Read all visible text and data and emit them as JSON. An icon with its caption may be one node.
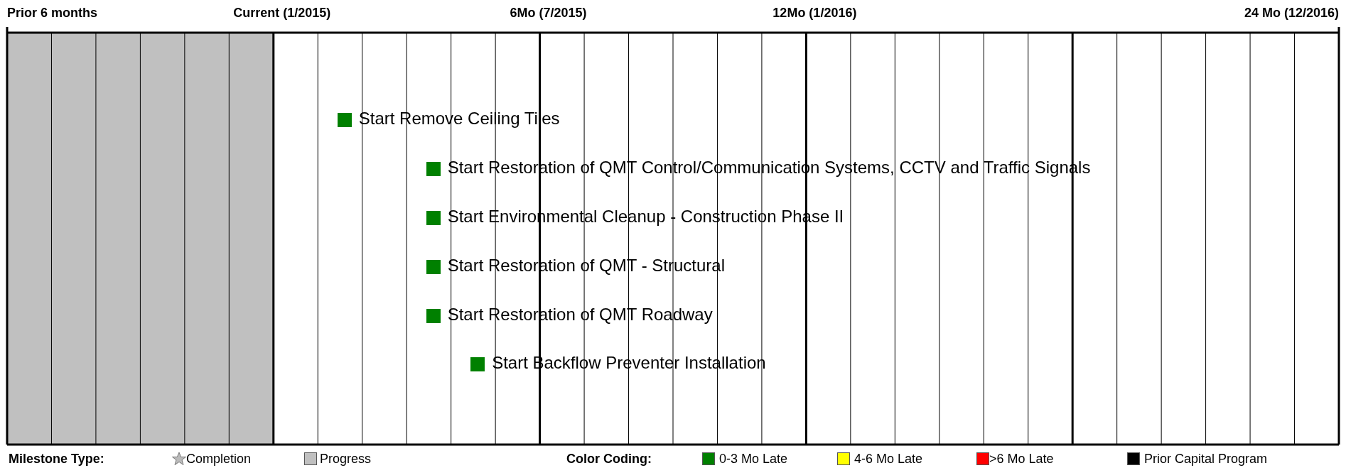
{
  "diagram": {
    "labels": [
      "Prior 6 months",
      "Current (1/2015)",
      "6Mo (7/2015)",
      "12Mo (1/2016)",
      "24 Mo (12/2016)",
      "Start Remove Ceiling Tiles",
      "Start Restoration of QMT Control/Communication Systems, CCTV and Traffic Signals",
      "Start Environmental Cleanup - Construction Phase II",
      "Start Restoration of QMT - Structural",
      "Start Restoration of QMT Roadway",
      "Start Backflow Preventer Installation",
      "Milestone Type:",
      "Color Coding:"
    ],
    "legend": [
      {
        "text": "Completion"
      },
      {
        "text": "Progress",
        "color": "#c0c0c0"
      },
      {
        "text": "0-3 Mo Late",
        "color": "#008000"
      },
      {
        "text": "4-6 Mo Late",
        "color": "#ffff00"
      },
      {
        "text": ">6 Mo Late",
        "color": "#ff0000"
      },
      {
        "text": "Prior Capital Program",
        "color": "#000000"
      }
    ]
  }
}
